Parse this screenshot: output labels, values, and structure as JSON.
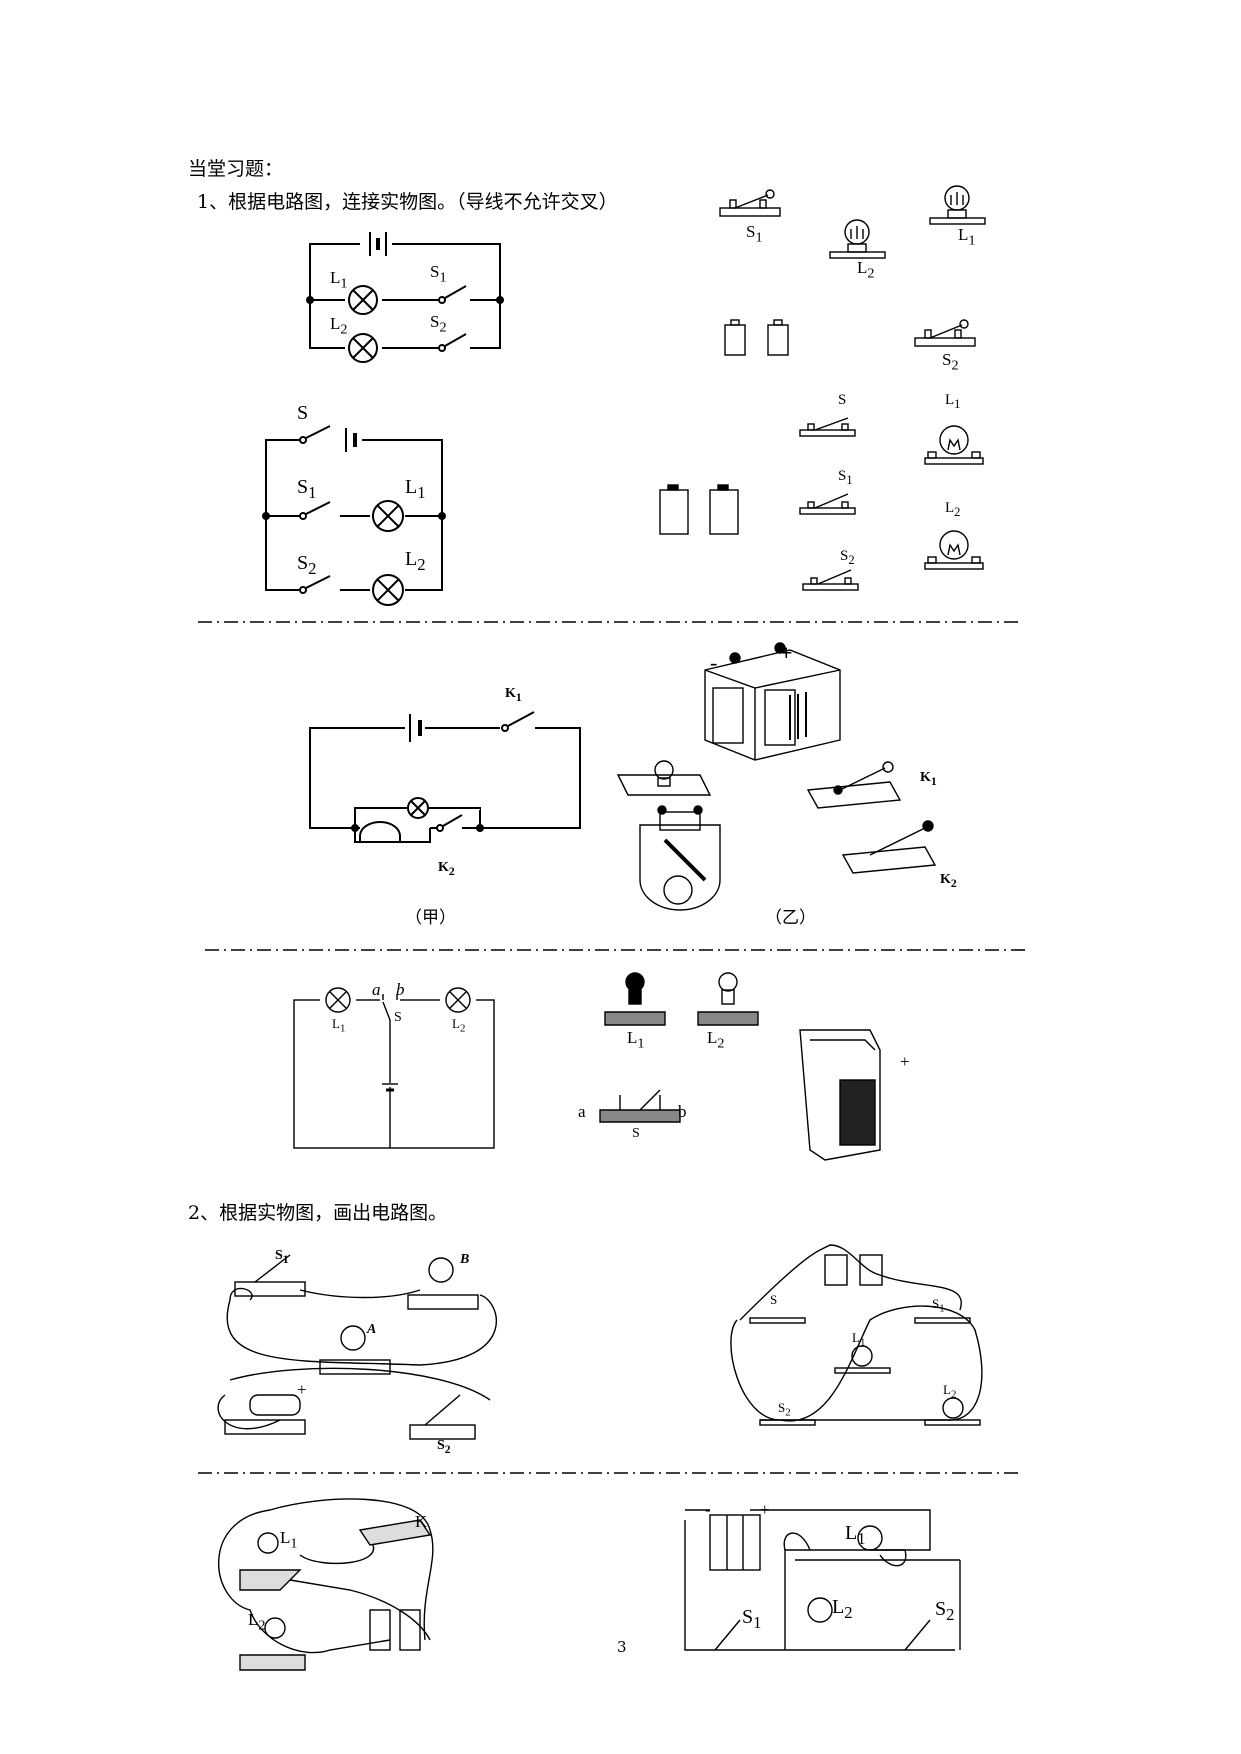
{
  "heading": "当堂习题：",
  "q1": "1、根据电路图，连接实物图。（导线不允许交叉）",
  "q2": "2、根据实物图，画出电路图。",
  "caption_jia": "（甲）",
  "caption_yi": "（乙）",
  "page_number": "3",
  "labels": {
    "L1": "L",
    "L2": "L",
    "S1": "S",
    "S2": "S",
    "S": "S",
    "K1": "K",
    "K2": "K",
    "K": "K",
    "A": "A",
    "B": "B",
    "a": "a",
    "b": "b",
    "sub1": "1",
    "sub2": "2",
    "plus": "+",
    "minus": "-"
  }
}
